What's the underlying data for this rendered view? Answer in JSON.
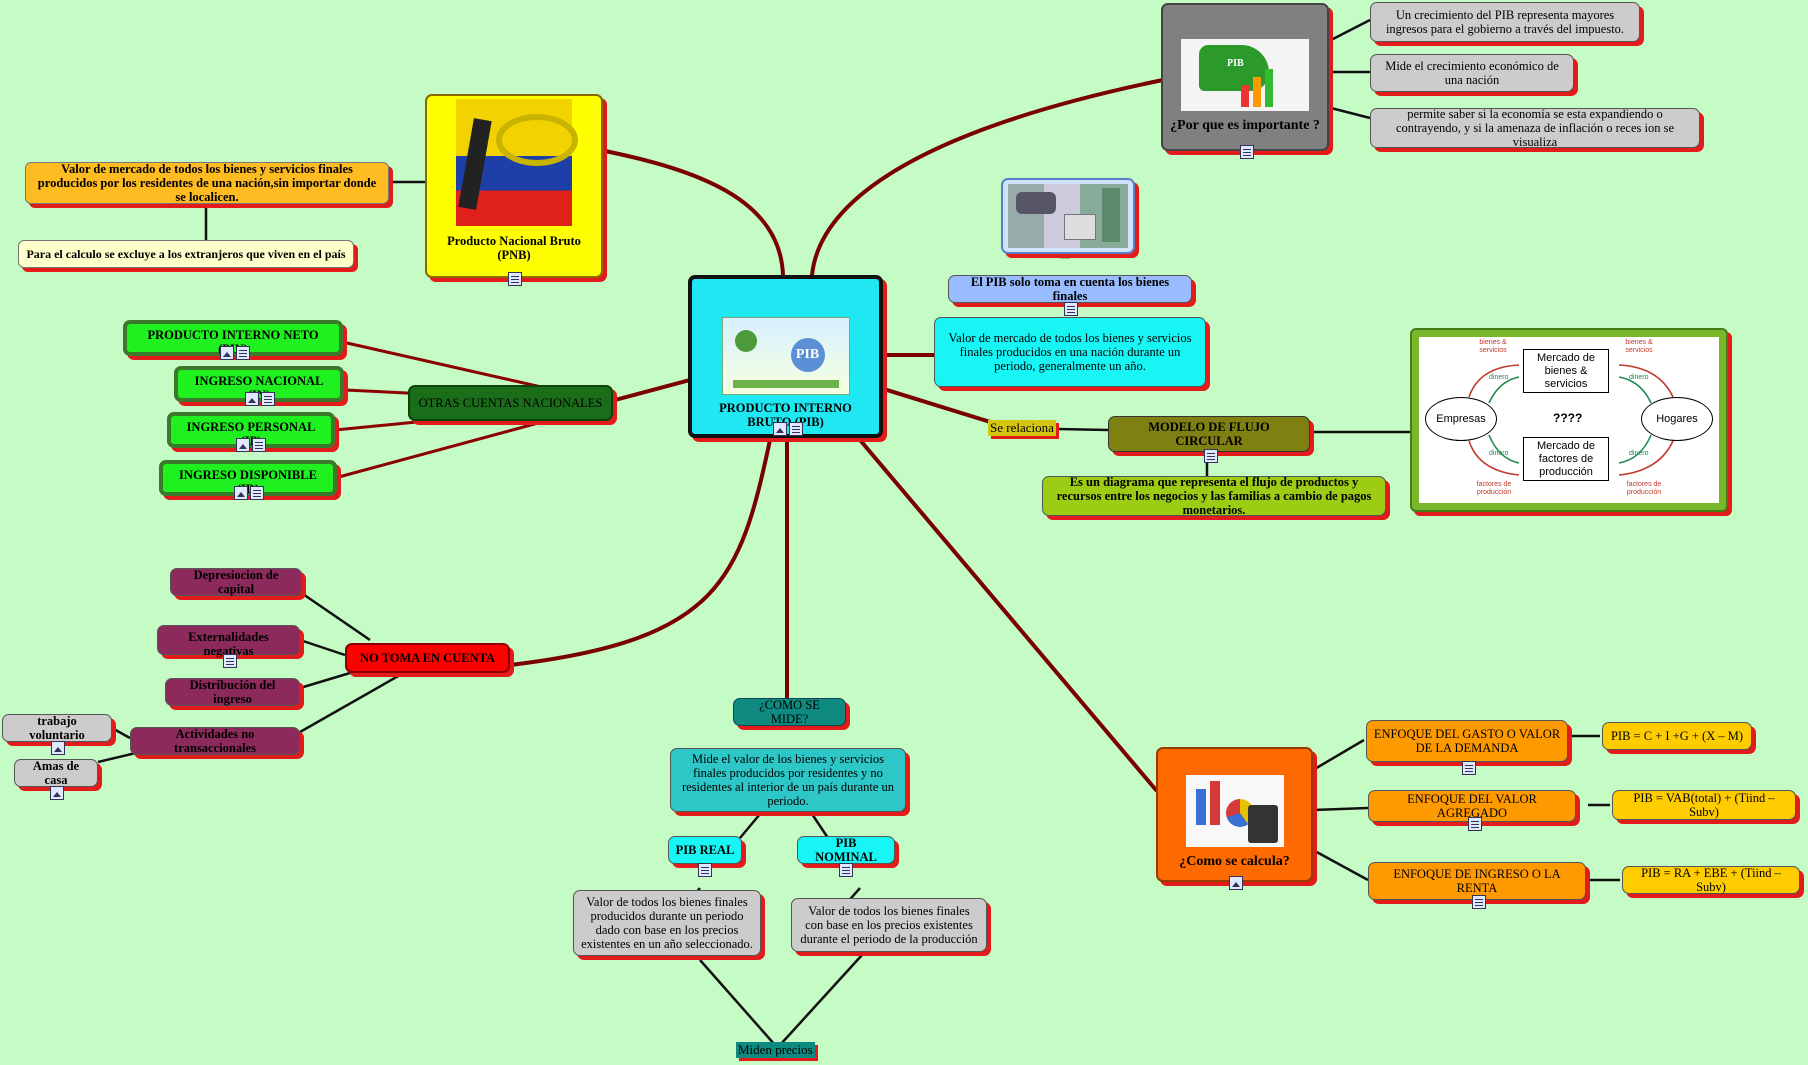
{
  "center": {
    "title": "PRODUCTO INTERNO BRUTO (PIB)",
    "image_text": "PIB"
  },
  "pnb": {
    "title": "Producto Nacional Bruto (PNB)",
    "def": "Valor de mercado de todos los bienes y servicios finales producidos por los residentes de una nación,sin importar donde se localicen.",
    "note": "Para el calculo se excluye a los extranjeros que viven en el país"
  },
  "otras": {
    "title": "OTRAS CUENTAS NACIONALES",
    "items": [
      "PRODUCTO  INTERNO NETO (PIN)",
      "INGRESO NACIONAL (IN)",
      "INGRESO PERSONAL (IP)",
      "INGRESO DISPONIBLE (ID)"
    ]
  },
  "no_toma": {
    "title": "NO TOMA EN CUENTA",
    "items": [
      "Depresiocion de capital",
      "Externalidades negativas",
      "Distribución del ingreso",
      "Actividades no transaccionales"
    ],
    "sub": [
      "trabajo voluntario",
      "Amas de casa"
    ]
  },
  "mide": {
    "title": "¿COMO SE MIDE?",
    "desc": "Mide el valor de los bienes y servicios finales producidos por residentes y no residentes al interior de un país durante un periodo.",
    "real": "PIB REAL",
    "real_desc": "Valor de todos los bienes finales producidos durante un periodo dado con base en los precios existentes en un año seleccionado.",
    "nominal": "PIB NOMINAL",
    "nominal_desc": "Valor de todos los bienes finales con base en los precios existentes durante el periodo de la producción",
    "link_label": "Miden precios"
  },
  "importante": {
    "title": "¿Por que es importante ?",
    "image_text": "PIB",
    "items": [
      "Un crecimiento del PIB representa mayores ingresos para el gobierno a través del impuesto.",
      "Mide el crecimiento económico de una nación",
      "permite saber si la economía se esta  expandiendo o contrayendo, y si la amenaza de inflación o reces ion se visualiza"
    ]
  },
  "finales": {
    "title": "El PIB solo toma en cuenta los bienes finales",
    "desc": "Valor de mercado de todos los bienes y servicios finales producidos en una nación durante un periodo, generalmente un año."
  },
  "flujo": {
    "link_label": "Se relaciona",
    "title": "MODELO DE FLUJO CIRCULAR",
    "desc": "Es un diagrama que representa el flujo de productos y recursos entre los negocios y las familias a cambio de pagos monetarios.",
    "diagram": {
      "left": "Empresas",
      "right": "Hogares",
      "center": "????",
      "top": "Mercado de bienes & servicios",
      "bottom": "Mercado de factores de producción",
      "red_top": "bienes & servicios",
      "green": "dinero",
      "red_bottom": "factores de producción"
    }
  },
  "calcula": {
    "title": "¿Como se calcula?",
    "items": [
      {
        "label": "ENFOQUE DEL GASTO O VALOR DE LA DEMANDA",
        "formula": "PIB = C + I +G + (X – M)"
      },
      {
        "label": "ENFOQUE DEL VALOR AGREGADO",
        "formula": "PIB = VAB(total) + (Tiind – Subv)"
      },
      {
        "label": "ENFOQUE DE INGRESO O LA RENTA",
        "formula": "PIB = RA + EBE + (Tiind – Subv)"
      }
    ]
  }
}
